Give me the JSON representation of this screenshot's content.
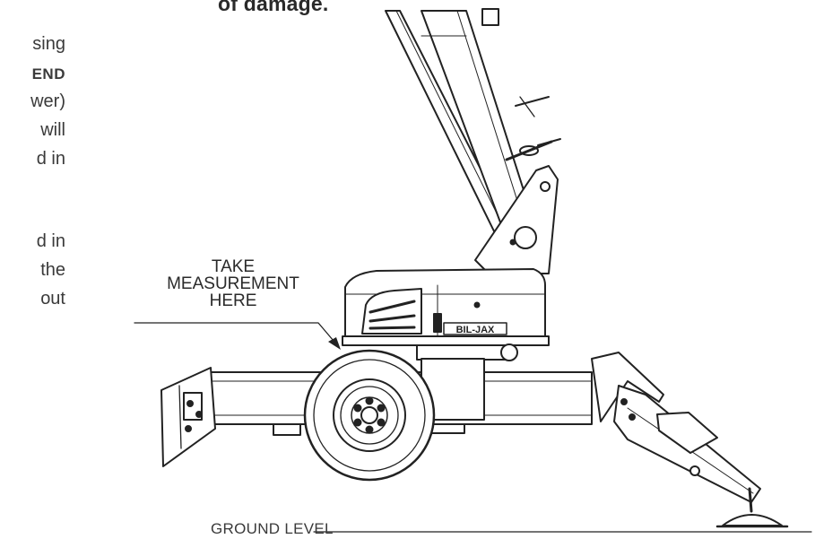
{
  "heading": "of damage.",
  "left_text_fragments": [
    {
      "text": "sing",
      "bold": false
    },
    {
      "text": "END",
      "bold": true
    },
    {
      "text": "wer)",
      "bold": false
    },
    {
      "text": "will",
      "bold": false
    },
    {
      "text": "d  in",
      "bold": false
    },
    {
      "text": "",
      "bold": false
    },
    {
      "text": "d in",
      "bold": false
    },
    {
      "text": "the",
      "bold": false
    },
    {
      "text": "out",
      "bold": false
    }
  ],
  "callout": {
    "line1": "TAKE",
    "line2": "MEASUREMENT",
    "line3": "HERE"
  },
  "brand_logo": "BIL-JAX",
  "ground_label": "GROUND LEVEL",
  "colors": {
    "ink": "#222222",
    "text": "#3a3a3a",
    "background": "#ffffff"
  }
}
